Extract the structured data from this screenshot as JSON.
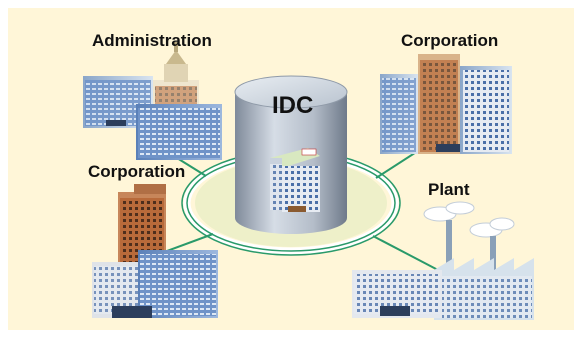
{
  "nodes": {
    "center": "IDC",
    "administration": "Administration",
    "corporation_top_right": "Corporation",
    "corporation_left": "Corporation",
    "plant": "Plant"
  },
  "colors": {
    "background": "#fff6d8",
    "ring": "#2a9a6a",
    "cylinder": "#a8b4c4",
    "building_blue": "#6f93c8"
  }
}
